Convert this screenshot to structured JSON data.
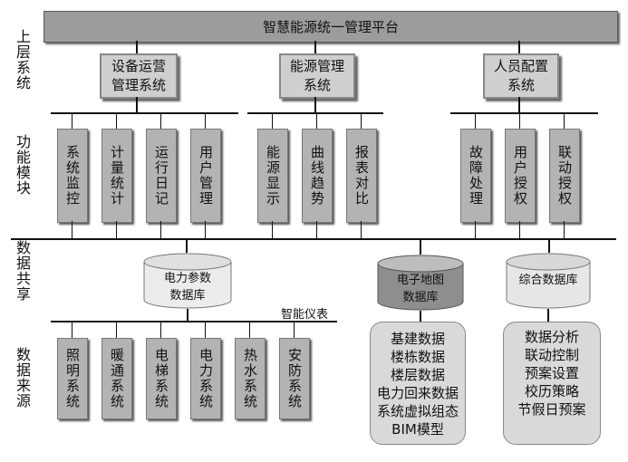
{
  "top_title": "智慧能源统一管理平台",
  "row_labels": {
    "upper": "上层系统",
    "function": "功能模块",
    "share": "数据共享",
    "source": "数据来源"
  },
  "systems": [
    {
      "line1": "设备运营",
      "line2": "管理系统"
    },
    {
      "line1": "能源管理",
      "line2": "系统"
    },
    {
      "line1": "人员配置",
      "line2": "系统"
    }
  ],
  "modules": {
    "group1": [
      "系统监控",
      "计量统计",
      "运行日记",
      "用户管理"
    ],
    "group2": [
      "能源显示",
      "曲线趋势",
      "报表对比"
    ],
    "group3": [
      "故障处理",
      "用户授权",
      "联动授权"
    ]
  },
  "databases": [
    {
      "line1": "电力参数",
      "line2": "数据库"
    },
    {
      "line1": "电子地图",
      "line2": "数据库"
    },
    {
      "line1": "综合数据库",
      "line2": ""
    }
  ],
  "meter_label": "智能仪表",
  "sources": [
    "照明系统",
    "暖通系统",
    "电梯系统",
    "电力系统",
    "热水系统",
    "安防系统"
  ],
  "panel_map": [
    "基建数据",
    "楼栋数据",
    "楼层数据",
    "电力回来数据",
    "系统虚拟组态",
    "BIM模型"
  ],
  "panel_integrated": [
    "数据分析",
    "联动控制",
    "预案设置",
    "校历策略",
    "节假日预案"
  ]
}
